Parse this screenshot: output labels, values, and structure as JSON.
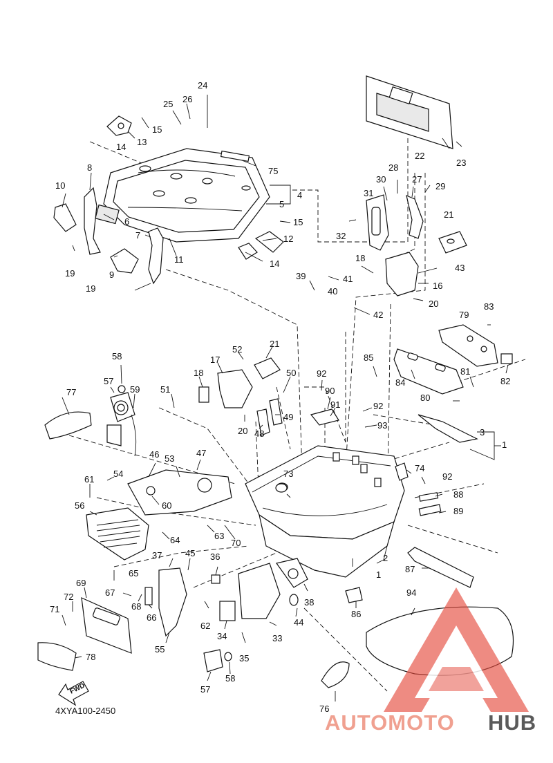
{
  "diagram_code": "4XYA100-2450",
  "fwd_label": "FWD",
  "watermark": {
    "part1": "AUTOMOTO",
    "part2": "HUB",
    "color_primary": "#f0a090",
    "color_secondary": "#5a5a5a",
    "logo_color": "#e44a3c"
  },
  "callouts": {
    "c1a": "1",
    "c1b": "1",
    "c2": "2",
    "c3": "3",
    "c4": "4",
    "c5": "5",
    "c6": "6",
    "c7": "7",
    "c8": "8",
    "c9": "9",
    "c10": "10",
    "c11": "11",
    "c12": "12",
    "c13": "13",
    "c14a": "14",
    "c14b": "14",
    "c15a": "15",
    "c15b": "15",
    "c16": "16",
    "c17": "17",
    "c18a": "18",
    "c18b": "18",
    "c19a": "19",
    "c19b": "19",
    "c20a": "20",
    "c20b": "20",
    "c21a": "21",
    "c21b": "21",
    "c22": "22",
    "c23": "23",
    "c24": "24",
    "c25": "25",
    "c26": "26",
    "c27": "27",
    "c28": "28",
    "c29": "29",
    "c30": "30",
    "c31": "31",
    "c32": "32",
    "c33": "33",
    "c34": "34",
    "c35": "35",
    "c36": "36",
    "c37": "37",
    "c38": "38",
    "c39": "39",
    "c40": "40",
    "c41": "41",
    "c42": "42",
    "c43": "43",
    "c44": "44",
    "c45": "45",
    "c46": "46",
    "c47": "47",
    "c48": "48",
    "c49": "49",
    "c50": "50",
    "c51": "51",
    "c52": "52",
    "c53": "53",
    "c54": "54",
    "c55": "55",
    "c56": "56",
    "c57a": "57",
    "c57b": "57",
    "c58a": "58",
    "c58b": "58",
    "c59": "59",
    "c60": "60",
    "c61": "61",
    "c62": "62",
    "c63": "63",
    "c64": "64",
    "c65": "65",
    "c66": "66",
    "c67": "67",
    "c68": "68",
    "c69": "69",
    "c70": "70",
    "c71": "71",
    "c72": "72",
    "c73": "73",
    "c74": "74",
    "c75": "75",
    "c76": "76",
    "c77": "77",
    "c78": "78",
    "c79": "79",
    "c80": "80",
    "c81": "81",
    "c82": "82",
    "c83": "83",
    "c84": "84",
    "c85": "85",
    "c86": "86",
    "c87": "87",
    "c88": "88",
    "c89": "89",
    "c90": "90",
    "c91": "91",
    "c92a": "92",
    "c92b": "92",
    "c92c": "92",
    "c93": "93",
    "c94": "94"
  }
}
